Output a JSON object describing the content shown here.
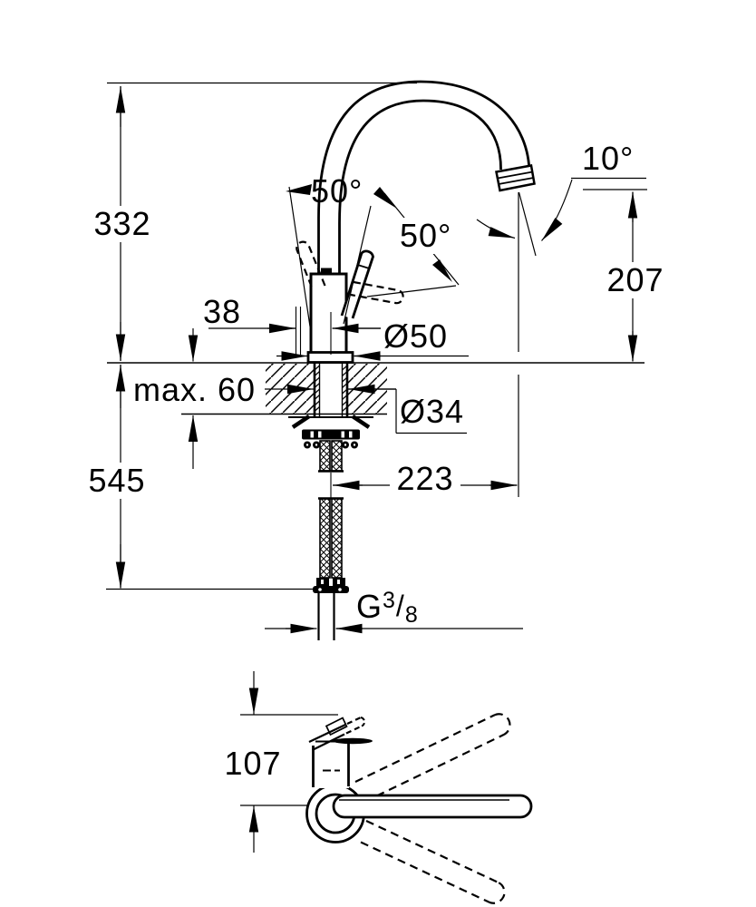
{
  "colors": {
    "background": "#ffffff",
    "line": "#000000"
  },
  "front_view": {
    "dims": {
      "height_above_deck": "332",
      "depth_below_deck": "545",
      "handle_offset": "38",
      "deck_thickness": "max. 60",
      "base_diameter": "Ø50",
      "shank_diameter": "Ø34",
      "spout_reach": "223",
      "outlet_height": "207",
      "outlet_angle": "10°",
      "handle_angle_left": "50°",
      "handle_angle_right": "50°",
      "connection_thread": {
        "prefix": "G",
        "numerator": "3",
        "slash": "/",
        "denominator": "8"
      }
    }
  },
  "top_view": {
    "dims": {
      "handle_to_spout_axis": "107"
    }
  }
}
